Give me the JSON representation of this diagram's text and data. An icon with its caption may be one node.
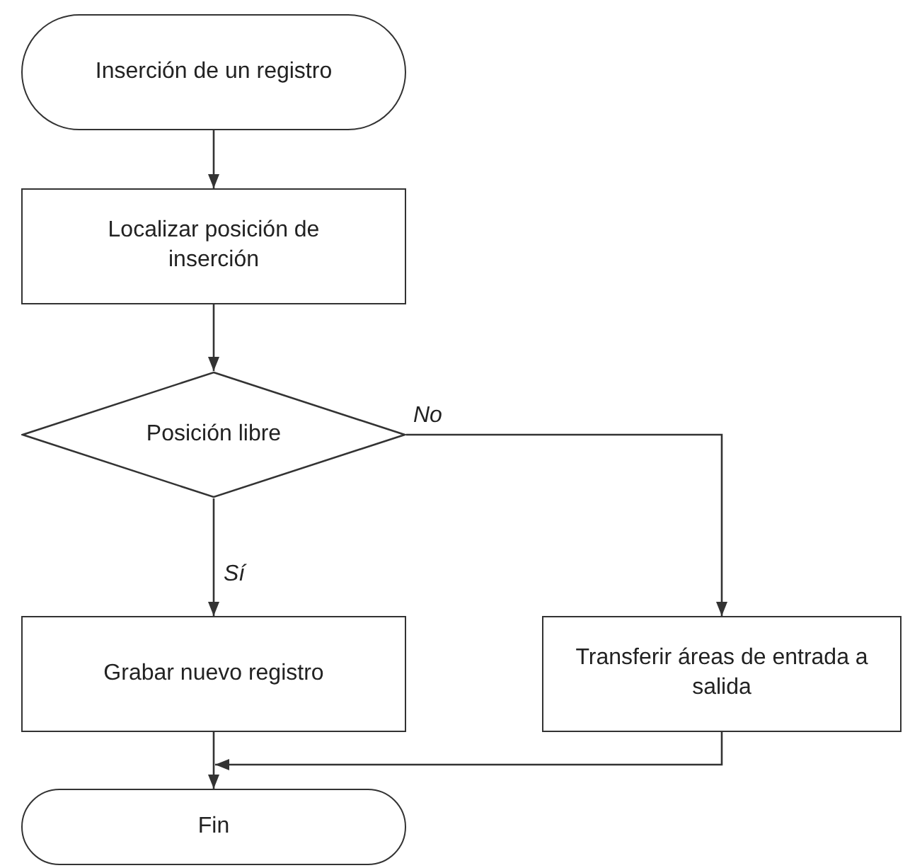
{
  "diagram": {
    "nodes": [
      {
        "text": [
          "Inserción de un registro"
        ]
      },
      {
        "text": [
          "Localizar posición de inserción"
        ]
      },
      {
        "text": [
          "Posición libre"
        ]
      },
      {
        "text": [
          "Grabar nuevo registro"
        ]
      },
      {
        "text": [
          "Transferir áreas de entrada a salida"
        ]
      },
      {
        "text": [
          "Fin"
        ]
      }
    ],
    "edges": [
      {
        "from": 0,
        "to": 1,
        "arrow": "to"
      },
      {
        "from": 1,
        "to": 2,
        "arrow": "to"
      },
      {
        "from": 2,
        "to": 3,
        "arrow": "to",
        "label": "Sí"
      },
      {
        "from": 2,
        "to": 4,
        "arrow": "to",
        "label": "No"
      },
      {
        "from": 3,
        "to": 5,
        "arrow": "to"
      },
      {
        "from": 4,
        "to": 5,
        "arrow": "to"
      }
    ]
  }
}
